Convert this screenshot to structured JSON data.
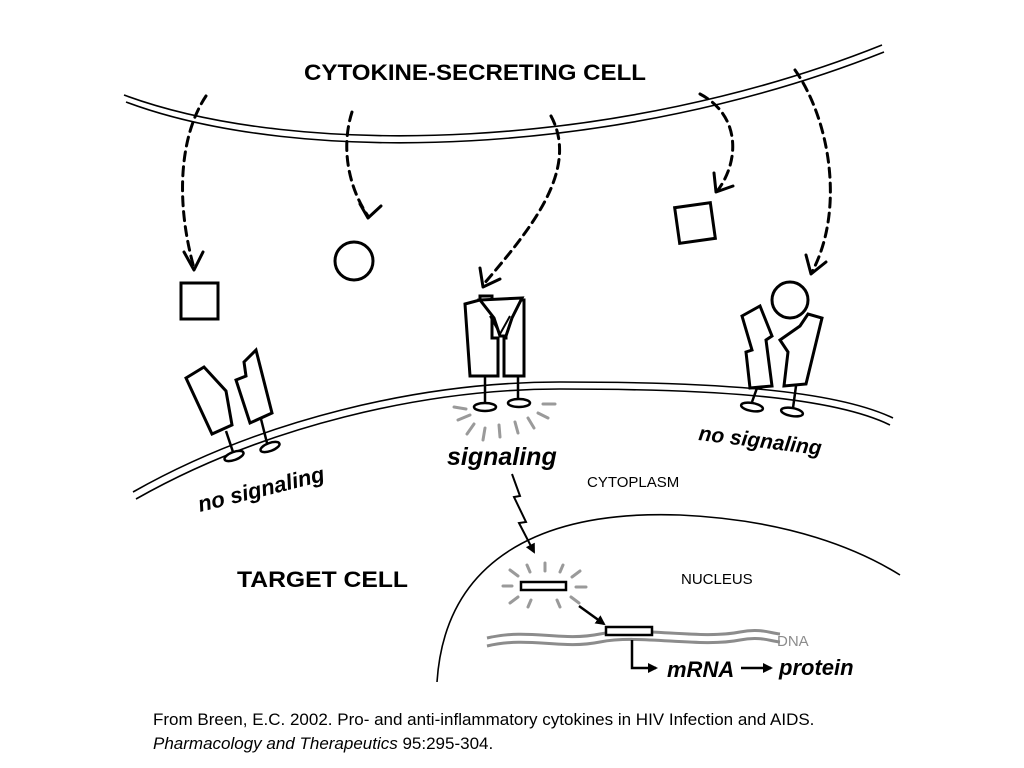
{
  "labels": {
    "secreting_cell": "CYTOKINE-SECRETING CELL",
    "target_cell": "TARGET CELL",
    "cytoplasm": "CYTOPLASM",
    "nucleus": "NUCLEUS",
    "dna": "DNA",
    "no_signaling_left": "no signaling",
    "signaling": "signaling",
    "no_signaling_right": "no signaling",
    "mrna": "mRNA",
    "protein": "protein"
  },
  "citation": {
    "line1": "From Breen, E.C.  2002.  Pro- and anti-inflammatory cytokines in HIV Infection and AIDS.",
    "journal": "Pharmacology and Therapeutics",
    "ref": " 95:295-304."
  }
}
